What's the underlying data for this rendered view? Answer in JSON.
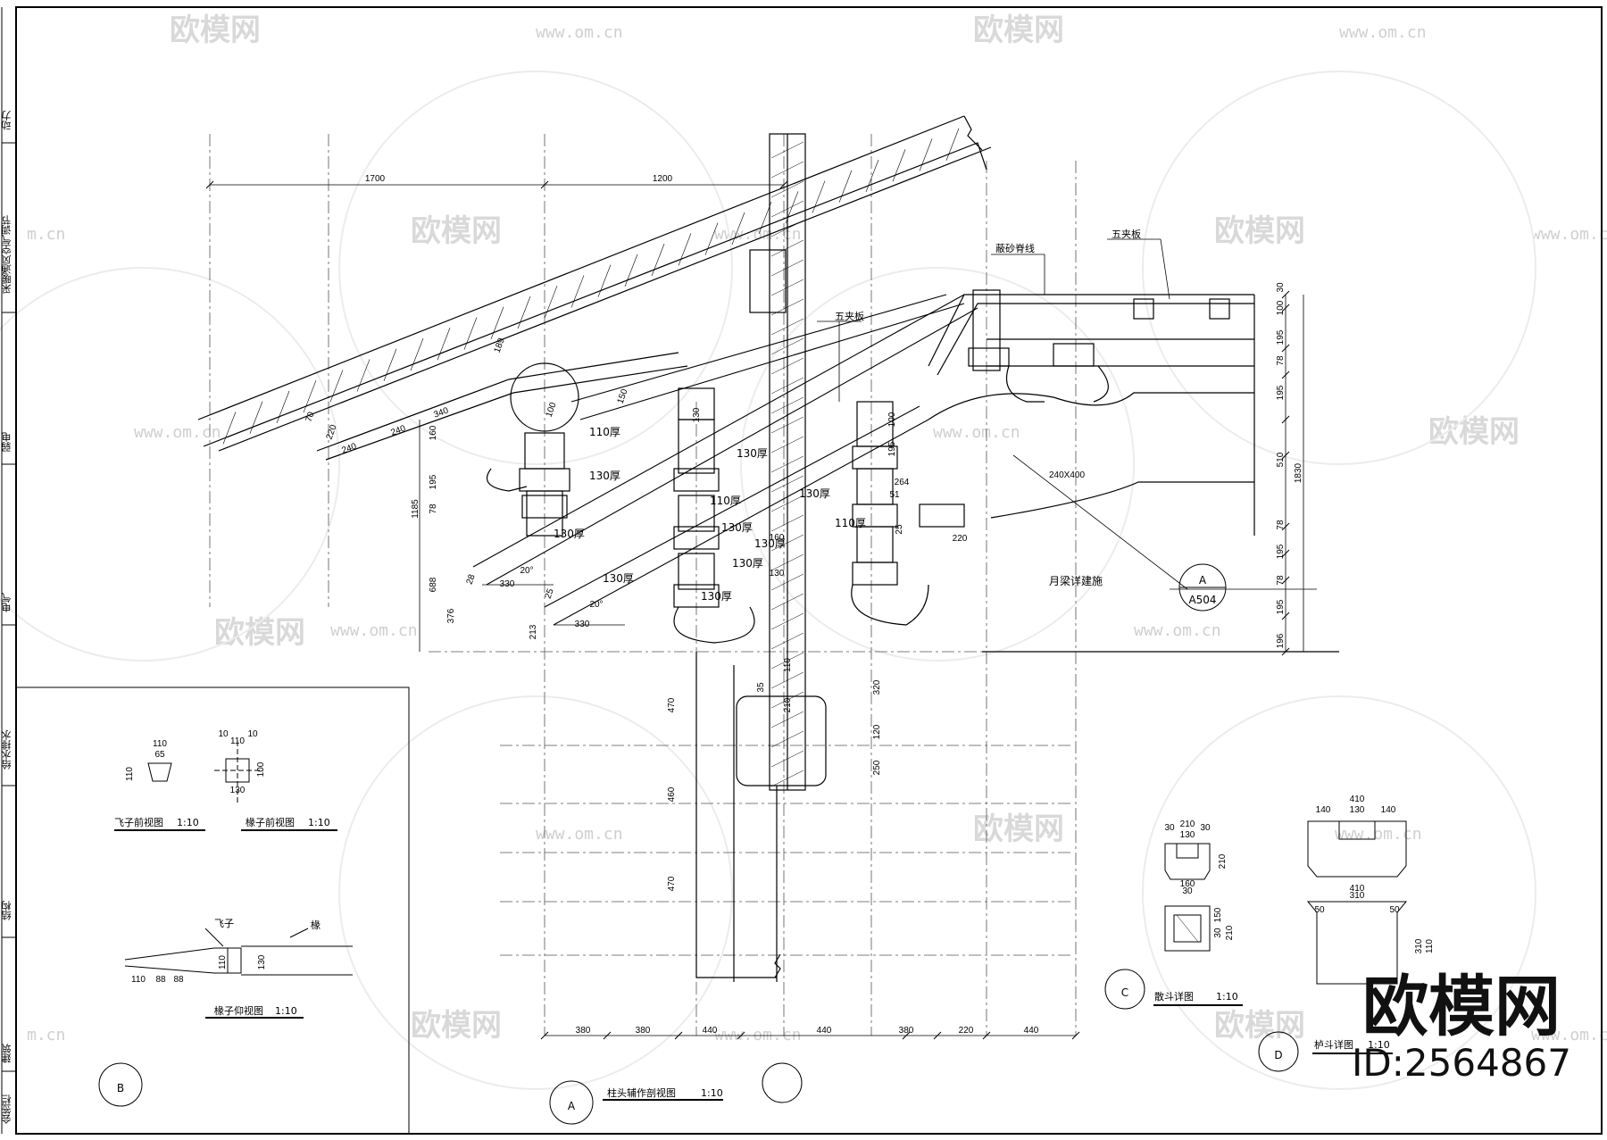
{
  "side_tabs": [
    "动力",
    "采暖通风空气调节",
    "弱电",
    "电气",
    "给水排水",
    "结构",
    "建筑",
    "会签栏"
  ],
  "top_dims": [
    "1700",
    "1200"
  ],
  "bottom_dims": [
    "380",
    "380",
    "440",
    "440",
    "380",
    "220",
    "440"
  ],
  "labels": {
    "bottom_board": "五夹板",
    "beam_label": "蔽砂脊线",
    "top_board": "五夹板",
    "beam_size": "240X400",
    "moon_beam": "月梁详建施",
    "callout_letter": "A",
    "callout_sheet": "A504"
  },
  "thickness_labels": [
    "110厚",
    "130厚",
    "130厚",
    "110厚",
    "130厚",
    "130厚",
    "110厚",
    "130厚",
    "130厚",
    "130厚",
    "130厚",
    "130厚"
  ],
  "right_dims": [
    "30",
    "100",
    "195",
    "78",
    "195",
    "510",
    "78",
    "195",
    "78",
    "195",
    "196"
  ],
  "right_total": "1830",
  "left_dims": [
    "160",
    "195",
    "78",
    "1185",
    "688",
    "376",
    "213"
  ],
  "misc_dims": [
    "240",
    "240",
    "340",
    "100",
    "220",
    "189",
    "150",
    "130",
    "100",
    "195",
    "264",
    "51",
    "25",
    "220",
    "330",
    "330",
    "20°",
    "20°",
    "28",
    "25",
    "160",
    "130",
    "470",
    "460",
    "470",
    "320",
    "120",
    "250",
    "110",
    "210",
    "35",
    "70"
  ],
  "detail_b": {
    "letter": "B",
    "t1": "飞子前视图",
    "s1": "1:10",
    "t2": "椽子前视图",
    "s2": "1:10",
    "t3": "椽子仰视图",
    "s3": "1:10",
    "d1": [
      "110",
      "65",
      "110"
    ],
    "d2": [
      "10",
      "110",
      "10",
      "100",
      "130"
    ],
    "tags": [
      "飞子",
      "椽"
    ],
    "d3": [
      "110",
      "88",
      "88",
      "110",
      "130"
    ]
  },
  "detail_a": {
    "letter": "A",
    "title": "柱头辅作剖视图",
    "scale": "1:10"
  },
  "detail_c": {
    "letter": "C",
    "title": "散斗详图",
    "scale": "1:10",
    "dims": [
      "30",
      "210",
      "30",
      "130",
      "210",
      "160",
      "30",
      "150",
      "30",
      "210"
    ]
  },
  "detail_d": {
    "letter": "D",
    "title": "栌斗详图",
    "scale": "1:10",
    "dims": [
      "410",
      "140",
      "130",
      "140",
      "410",
      "310",
      "50",
      "50",
      "310",
      "110"
    ]
  },
  "watermarks": {
    "brand": "欧模网",
    "url": "www.om.cn",
    "url_short": "m.cn"
  },
  "stamp": {
    "brand": "欧模网",
    "id": "ID:2564867"
  }
}
